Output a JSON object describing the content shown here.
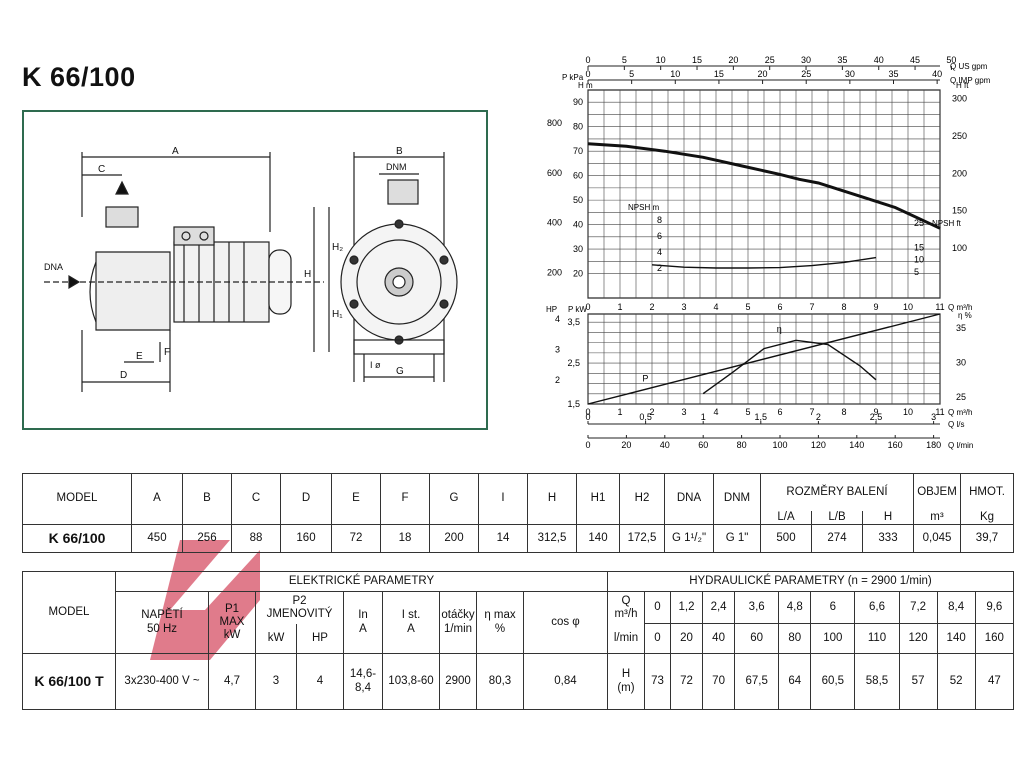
{
  "title": "K 66/100",
  "drawing": {
    "labels": {
      "A": "A",
      "B": "B",
      "C": "C",
      "D": "D",
      "E": "E",
      "F": "F",
      "G": "G",
      "H": "H",
      "H1": "H₁",
      "H2": "H₂",
      "I": "I ø",
      "DNA": "DNA",
      "DNM": "DNM"
    }
  },
  "brand_color": "#c8102e",
  "chart_data": [
    {
      "type": "line",
      "name_panel": "head",
      "x_label": "Q m³/h",
      "x_ticks": [
        0,
        1,
        2,
        3,
        4,
        5,
        6,
        7,
        8,
        9,
        10,
        11
      ],
      "top_axes": [
        {
          "label": "Q US gpm",
          "ticks": [
            0,
            5,
            10,
            15,
            20,
            25,
            30,
            35,
            40,
            45,
            50
          ]
        },
        {
          "label": "Q IMP gpm",
          "ticks": [
            0,
            5,
            10,
            15,
            20,
            25,
            30,
            35,
            40
          ]
        }
      ],
      "left_axes": [
        {
          "label": "P kPa",
          "ticks": [
            200,
            400,
            600,
            800
          ]
        },
        {
          "label": "H m",
          "ticks": [
            20,
            30,
            40,
            50,
            60,
            70,
            80,
            90
          ]
        }
      ],
      "right_axis": {
        "label": "H ft",
        "ticks": [
          100,
          150,
          200,
          250,
          300
        ]
      },
      "npsh_left": {
        "label": "NPSH m",
        "ticks": [
          2,
          4,
          6,
          8
        ]
      },
      "npsh_right": {
        "label": "NPSH ft",
        "ticks": [
          5,
          10,
          15,
          25
        ]
      },
      "series": [
        {
          "x": [
            0,
            1.2,
            2.4,
            3.6,
            4.8,
            6,
            6.6,
            7.2,
            8.4,
            9.6,
            11
          ],
          "y": [
            73,
            72,
            70,
            67.5,
            64,
            60.5,
            58.5,
            57,
            52,
            47,
            38.5
          ]
        },
        {
          "x": [
            2,
            3,
            4,
            5,
            6,
            7,
            8,
            9
          ],
          "y": [
            2.4,
            2.1,
            2.0,
            2.0,
            2.05,
            2.3,
            2.7,
            3.3
          ],
          "unit": "NPSH m"
        }
      ]
    },
    {
      "type": "line",
      "name_panel": "power",
      "x_label": "Q m³/h",
      "x_ticks": [
        0,
        1,
        2,
        3,
        4,
        5,
        6,
        7,
        8,
        9,
        10,
        11
      ],
      "bottom_axes": [
        {
          "label": "Q l/s",
          "ticks": [
            "0",
            "0,5",
            "1",
            "1,5",
            "2",
            "2,5",
            "3"
          ]
        },
        {
          "label": "Q l/min",
          "ticks": [
            0,
            20,
            40,
            60,
            80,
            100,
            120,
            140,
            160,
            180
          ]
        }
      ],
      "left_axes": [
        {
          "label": "HP",
          "ticks": [
            "2",
            "3",
            "4"
          ]
        },
        {
          "label": "P kW",
          "ticks": [
            "1,5",
            "2,5",
            "3,5"
          ]
        }
      ],
      "right_axis": {
        "label": "η %",
        "ticks": [
          25,
          30,
          35
        ]
      },
      "series": [
        {
          "name": "P",
          "x": [
            0,
            11
          ],
          "y": [
            1.5,
            3.7
          ]
        },
        {
          "name": "η",
          "x": [
            3.6,
            4.5,
            5.5,
            6.5,
            7.5,
            8.5,
            9
          ],
          "y": [
            25.5,
            28.5,
            32,
            33.2,
            32.6,
            29.5,
            27.5
          ]
        }
      ],
      "series_labels": {
        "P": "P",
        "eta": "η"
      }
    }
  ],
  "table1": {
    "headers": [
      "MODEL",
      "A",
      "B",
      "C",
      "D",
      "E",
      "F",
      "G",
      "I",
      "H",
      "H1",
      "H2",
      "DNA",
      "DNM"
    ],
    "pack_header": "ROZMĚRY BALENÍ",
    "pack_sub": [
      "L/A",
      "L/B",
      "H"
    ],
    "volume_header": "OBJEM",
    "volume_unit": "m³",
    "weight_header": "HMOT.",
    "weight_unit": "Kg",
    "row": [
      "K 66/100",
      "450",
      "256",
      "88",
      "160",
      "72",
      "18",
      "200",
      "14",
      "312,5",
      "140",
      "172,5",
      "G 1¹/₂\"",
      "G 1\"",
      "500",
      "274",
      "333",
      "0,045",
      "39,7"
    ]
  },
  "table2": {
    "model": "MODEL",
    "elec_header": "ELEKTRICKÉ PARAMETRY",
    "hyd_header": "HYDRAULICKÉ PARAMETRY (n = 2900 1/min)",
    "napeti": "NAPĚTÍ",
    "napeti_hz": "50 Hz",
    "p1": "P1",
    "p1_max": "MAX",
    "p1_unit": "kW",
    "p2": "P2",
    "p2_sub": "JMENOVITÝ",
    "p2_kw": "kW",
    "p2_hp": "HP",
    "in": "In",
    "in_unit": "A",
    "ist": "I st.",
    "ist_unit": "A",
    "otacky": "otáčky",
    "otacky_unit": "1/min",
    "eta": "η max",
    "eta_unit": "%",
    "cos": "cos φ",
    "q": "Q",
    "q_m3h": "m³/h",
    "q_lmin": "l/min",
    "q_m3h_values": [
      "0",
      "1,2",
      "2,4",
      "3,6",
      "4,8",
      "6",
      "6,6",
      "7,2",
      "8,4",
      "9,6"
    ],
    "q_lmin_values": [
      "0",
      "20",
      "40",
      "60",
      "80",
      "100",
      "110",
      "120",
      "140",
      "160"
    ],
    "h_label": "H",
    "h_unit": "(m)",
    "row": {
      "model": "K 66/100 T",
      "napeti": "3x230-400 V ~",
      "p1": "4,7",
      "p2_kw": "3",
      "p2_hp": "4",
      "in": "14,6-8,4",
      "ist": "103,8-60",
      "otacky": "2900",
      "eta": "80,3",
      "cos": "0,84"
    },
    "h_values": [
      "73",
      "72",
      "70",
      "67,5",
      "64",
      "60,5",
      "58,5",
      "57",
      "52",
      "47"
    ]
  }
}
